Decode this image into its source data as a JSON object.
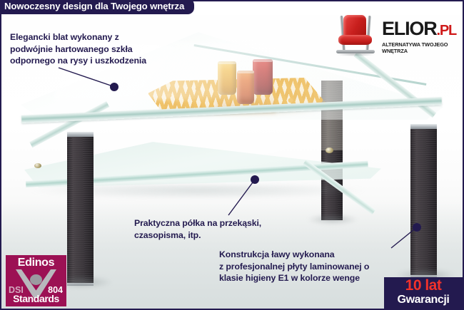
{
  "header": {
    "banner_title": "Nowoczesny design dla Twojego wnętrza"
  },
  "brand": {
    "name": "ELIOR",
    "domain": ".PL",
    "tagline": "ALTERNATYWA TWOJEGO WNĘTRZA",
    "chair_color": "#c81f1d",
    "accent_color": "#cf1a1a"
  },
  "callouts": {
    "top_left": "Elegancki blat wykonany z\npodwójnie hartowanego szkła\nodpornego na rysy i uszkodzenia",
    "shelf": "Praktyczna półka na przekąski,\nczasopisma, itp.",
    "legs": "Konstrukcja ławy wykonana\nz profesjonalnej płyty laminowanej o\nklasie higieny E1 w kolorze wenge"
  },
  "badges": {
    "edinos": {
      "title": "Edinos",
      "code_prefix": "DSI",
      "code_number": "804",
      "standards": "Standards",
      "background_color": "#9c1154"
    },
    "warranty": {
      "years": "10 lat",
      "label": "Gwarancji",
      "background_color": "#231a4f",
      "years_color": "#f2322b"
    }
  },
  "theme": {
    "frame_color": "#231a4f",
    "text_color": "#231a4f"
  },
  "product": {
    "glass_color": "#a9ccc4",
    "leg_color": "#3c373c",
    "placemat_color": "#eb9d08",
    "tumblers": [
      "amber",
      "orange",
      "red"
    ]
  }
}
